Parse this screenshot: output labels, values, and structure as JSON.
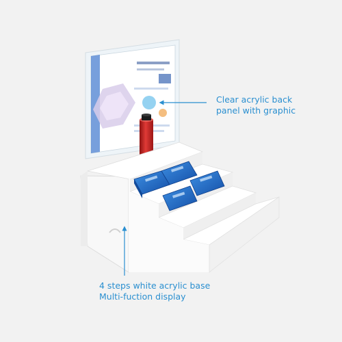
{
  "annotations": {
    "back_panel": {
      "line1": "Clear acrylic back",
      "line2": "panel with graphic"
    },
    "base": {
      "line1": "4 steps white acrylic base",
      "line2": "Multi-fuction display"
    }
  },
  "colors": {
    "background": "#f2f2f2",
    "callout": "#2a8fd0",
    "acrylic_white": "#ffffff",
    "product_box_blue": "#1f6fc8",
    "cylinder_red": "#c8201f"
  }
}
